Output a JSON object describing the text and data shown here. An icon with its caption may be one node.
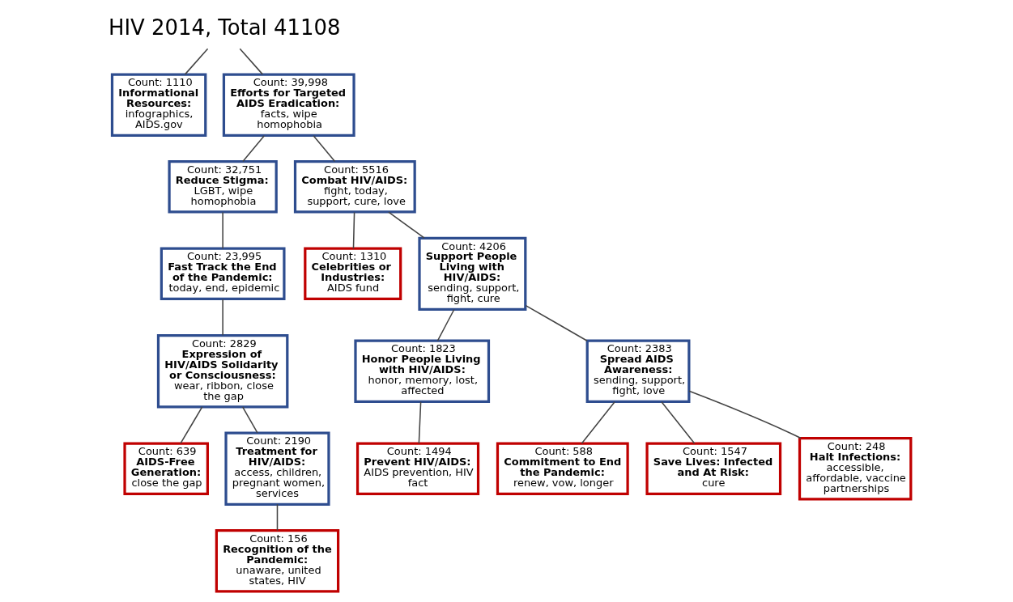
{
  "diagram": {
    "nodes": [
      {
        "text": [
          "HIV 2014, Total 41108"
        ]
      },
      {
        "text": [
          "Count: 1110",
          "Informational Resources:",
          "infographics, AIDS.gov"
        ]
      },
      {
        "text": [
          "Count: 39,998",
          "Efforts for Targeted AIDS Eradication:",
          "facts, wipe homophobia"
        ]
      },
      {
        "text": [
          "Count: 32,751",
          "Reduce Stigma:",
          "LGBT, wipe homophobia"
        ]
      },
      {
        "text": [
          "Count: 23,995",
          "Fast Track the End of the Pandemic:",
          "today, end, epidemic"
        ]
      },
      {
        "text": [
          "Count: 2829",
          "Expression of HIV/AIDS Solidarity or Consciousness:",
          "wear, ribbon, close the gap"
        ]
      },
      {
        "text": [
          "Count: 639",
          "AIDS-Free Generation:",
          "close the gap"
        ]
      },
      {
        "text": [
          "Count: 2190",
          "Treatment for HIV/AIDS:",
          "access, children, pregnant women, services"
        ]
      },
      {
        "text": [
          "Count: 156",
          "Recognition of the Pandemic:",
          "unaware, united states, HIV"
        ]
      },
      {
        "text": [
          "Count: 5516",
          "Combat HIV/AIDS:",
          "fight, today, support, cure, love"
        ]
      },
      {
        "text": [
          "Count: 1310",
          "Celebrities or Industries:",
          "AIDS fund"
        ]
      },
      {
        "text": [
          "Count: 4206",
          "Support People Living with HIV/AIDS:",
          "sending, support, fight, cure"
        ]
      },
      {
        "text": [
          "Count: 1823",
          "Honor People Living with HIV/AIDS:",
          "honor, memory, lost, affected"
        ]
      },
      {
        "text": [
          "Count: 1494",
          "Prevent HIV/AIDS:",
          "AIDS prevention, HIV fact"
        ]
      },
      {
        "text": [
          "Count: 2383",
          "Spread AIDS Awareness:",
          "sending, support, fight, love"
        ]
      },
      {
        "text": [
          "Count: 588",
          "Commitment to End the Pandemic:",
          "renew, vow, longer"
        ]
      },
      {
        "text": [
          "Count: 1547",
          "Save Lives: Infected and At Risk:",
          "cure"
        ]
      },
      {
        "text": [
          "Count: 248",
          "Halt Infections:",
          "accessible, affordable, vaccine partnerships"
        ]
      }
    ],
    "edges": [
      {
        "from": 0,
        "to": 1,
        "arrow": "none"
      },
      {
        "from": 0,
        "to": 2,
        "arrow": "none"
      },
      {
        "from": 2,
        "to": 3,
        "arrow": "none"
      },
      {
        "from": 2,
        "to": 9,
        "arrow": "none"
      },
      {
        "from": 3,
        "to": 4,
        "arrow": "none"
      },
      {
        "from": 4,
        "to": 5,
        "arrow": "none"
      },
      {
        "from": 5,
        "to": 6,
        "arrow": "none"
      },
      {
        "from": 5,
        "to": 7,
        "arrow": "none"
      },
      {
        "from": 7,
        "to": 8,
        "arrow": "none"
      },
      {
        "from": 9,
        "to": 10,
        "arrow": "none"
      },
      {
        "from": 9,
        "to": 11,
        "arrow": "none"
      },
      {
        "from": 11,
        "to": 12,
        "arrow": "none"
      },
      {
        "from": 11,
        "to": 14,
        "arrow": "none"
      },
      {
        "from": 12,
        "to": 13,
        "arrow": "none"
      },
      {
        "from": 14,
        "to": 15,
        "arrow": "none"
      },
      {
        "from": 14,
        "to": 16,
        "arrow": "none"
      },
      {
        "from": 14,
        "to": 17,
        "arrow": "none"
      }
    ]
  }
}
